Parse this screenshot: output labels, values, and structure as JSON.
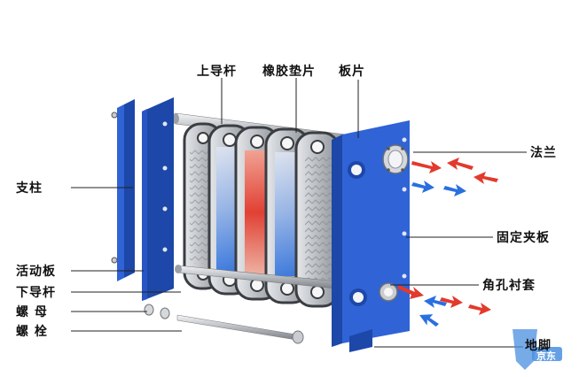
{
  "labels": {
    "upper_guide_bar": "上导杆",
    "rubber_gasket": "橡胶垫片",
    "plate": "板片",
    "column": "支柱",
    "flange": "法兰",
    "fixed_clamp_plate": "固定夹板",
    "movable_plate": "活动板",
    "corner_hole_lining": "角孔衬套",
    "lower_guide_bar": "下导杆",
    "nut": "螺 母",
    "bolt": "螺 栓",
    "foot": "地脚"
  },
  "watermark": "京东",
  "colors": {
    "frame_blue": "#2f63d6",
    "frame_dark": "#1d47a8",
    "plate_grey": "#c9ccd1",
    "plate_dark": "#6b7076",
    "hot_red": "#e23a2c",
    "cold_blue": "#2a6fe0",
    "gasket_dark": "#3a3d42",
    "leader_line": "#222222"
  }
}
